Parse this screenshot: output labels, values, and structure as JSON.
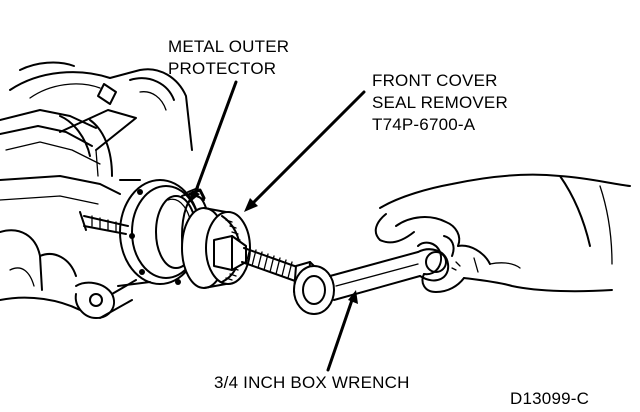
{
  "labels": {
    "metal_outer_protector": [
      "METAL OUTER",
      "PROTECTOR"
    ],
    "front_cover_seal_remover": [
      "FRONT COVER",
      "SEAL REMOVER",
      "T74P-6700-A"
    ],
    "box_wrench": "3/4 INCH BOX WRENCH",
    "figure_code": "D13099-C"
  }
}
